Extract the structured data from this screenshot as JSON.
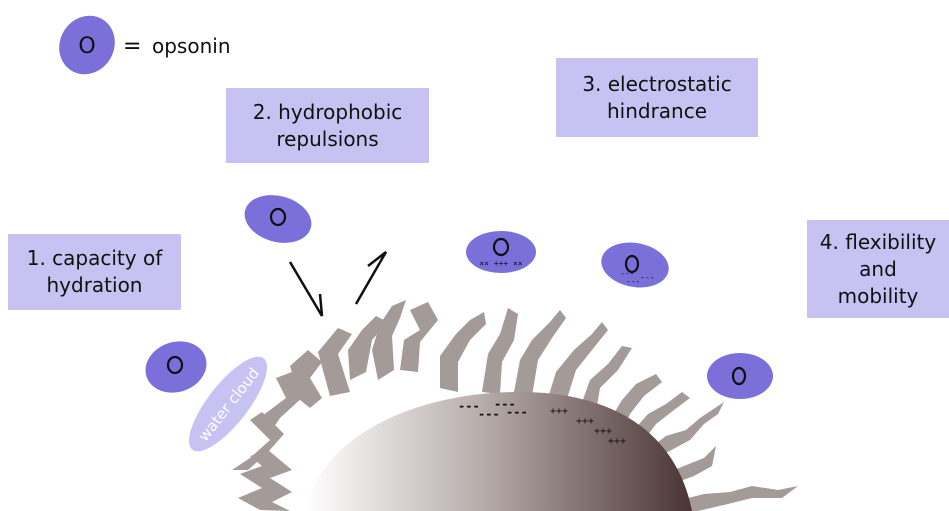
{
  "legend": {
    "symbol": "O",
    "equals": "=",
    "label": "opsonin"
  },
  "mechanisms": [
    {
      "label": "1. capacity of\nhydration"
    },
    {
      "label": "2. hydrophobic\nrepulsions"
    },
    {
      "label": "3. electrostatic\nhindrance"
    },
    {
      "label": "4. flexibility\nand\nmobility"
    }
  ],
  "water_cloud_label": "water cloud",
  "charges": {
    "negative": "---",
    "positive": "+++",
    "opsonin_positive": "×× +++ ××",
    "opsonin_negative": "---"
  },
  "colors": {
    "opsonin_fill": "#7b6fd9",
    "box_fill": "#c6c2f2",
    "polymer": "#a49a98",
    "particle_light": "#ffffff",
    "particle_dark": "#4a3434"
  }
}
